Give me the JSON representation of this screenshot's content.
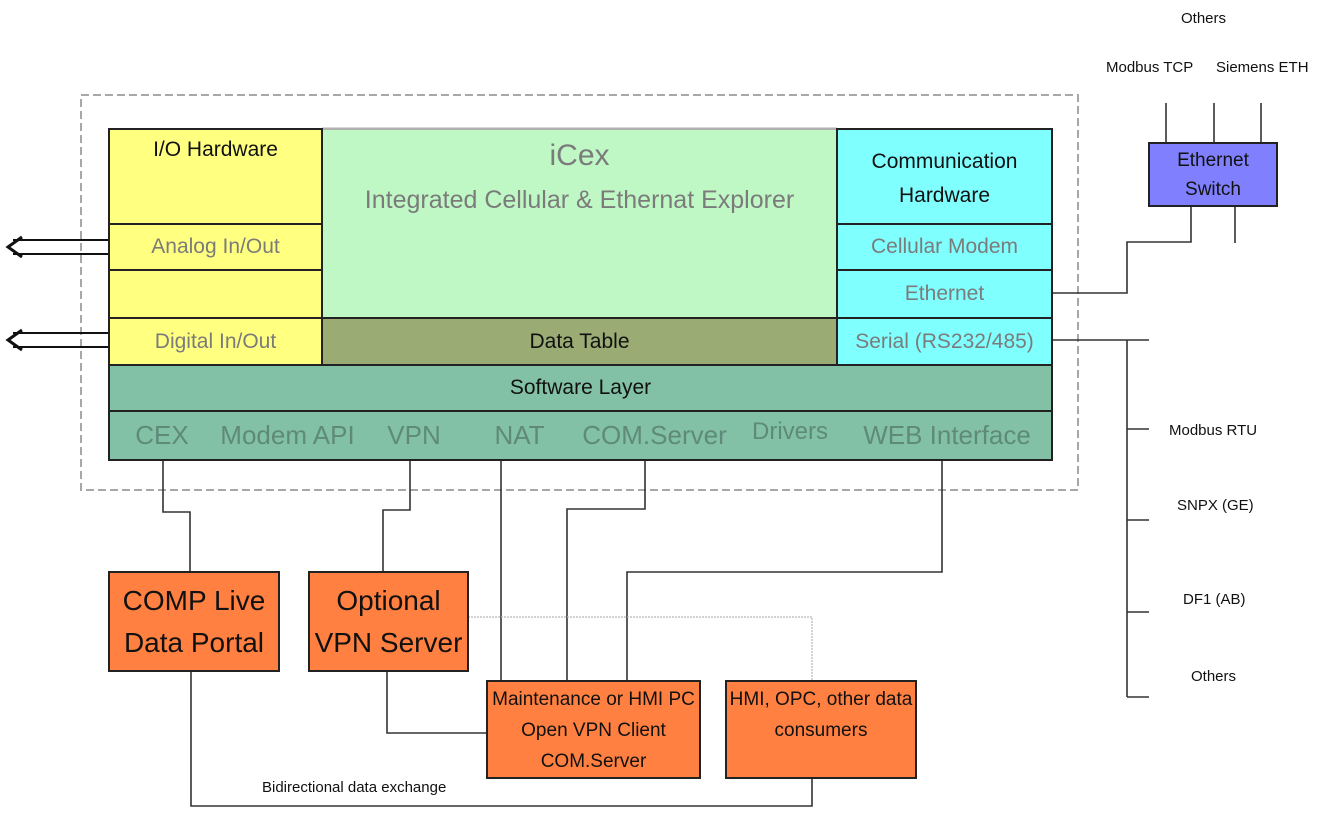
{
  "title": "iCex",
  "subtitle": "Integrated Cellular & Ethernat Explorer",
  "io_hardware": {
    "header": "I/O Hardware",
    "rows": [
      "Analog In/Out",
      "",
      "Digital In/Out"
    ]
  },
  "communication_hardware": {
    "header_line1": "Communication",
    "header_line2": "Hardware",
    "rows": [
      "Cellular Modem",
      "Ethernet",
      "Serial (RS232/485)"
    ]
  },
  "data_table": "Data Table",
  "software_layer": {
    "label": "Software Layer",
    "modules": [
      "CEX",
      "Modem API",
      "VPN",
      "NAT",
      "COM.Server",
      "Drivers",
      "WEB Interface"
    ]
  },
  "ethernet_switch": {
    "line1": "Ethernet",
    "line2": "Switch",
    "protocols_top": "Others",
    "protocols": [
      "Modbus TCP",
      "Siemens ETH"
    ]
  },
  "serial_protocols": [
    "Modbus RTU",
    "SNPX (GE)",
    "DF1 (AB)",
    "Others"
  ],
  "external_nodes": {
    "comp_portal": {
      "line1": "COMP Live",
      "line2": "Data Portal"
    },
    "vpn_server": {
      "line1": "Optional",
      "line2": "VPN Server"
    },
    "maintenance_pc": {
      "line1": "Maintenance or HMI PC",
      "line2": "Open VPN Client",
      "line3": "COM.Server"
    },
    "hmi_consumers": {
      "line1": "HMI, OPC, other data",
      "line2": "consumers"
    }
  },
  "bidirectional_label": "Bidirectional data exchange",
  "colors": {
    "io": "#ffff80",
    "core": "#bff8c5",
    "comm": "#80ffff",
    "data_table": "#9aab74",
    "software": "#82c1a6",
    "external": "#ff8040",
    "switch": "#8080ff"
  }
}
